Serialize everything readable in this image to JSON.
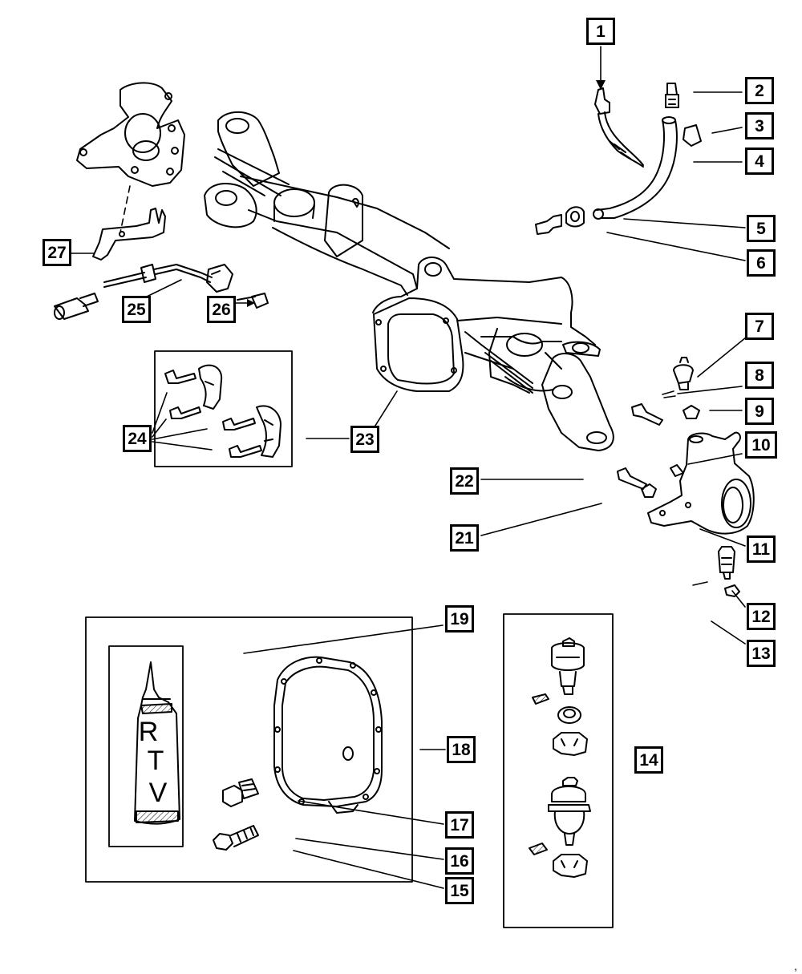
{
  "diagram": {
    "callouts": [
      {
        "id": "1",
        "label": "1"
      },
      {
        "id": "2",
        "label": "2"
      },
      {
        "id": "3",
        "label": "3"
      },
      {
        "id": "4",
        "label": "4"
      },
      {
        "id": "5",
        "label": "5"
      },
      {
        "id": "6",
        "label": "6"
      },
      {
        "id": "7",
        "label": "7"
      },
      {
        "id": "8",
        "label": "8"
      },
      {
        "id": "9",
        "label": "9"
      },
      {
        "id": "10",
        "label": "10"
      },
      {
        "id": "11",
        "label": "11"
      },
      {
        "id": "12",
        "label": "12"
      },
      {
        "id": "13",
        "label": "13"
      },
      {
        "id": "14",
        "label": "14"
      },
      {
        "id": "15",
        "label": "15"
      },
      {
        "id": "16",
        "label": "16"
      },
      {
        "id": "17",
        "label": "17"
      },
      {
        "id": "18",
        "label": "18"
      },
      {
        "id": "19",
        "label": "19"
      },
      {
        "id": "21",
        "label": "21"
      },
      {
        "id": "22",
        "label": "22"
      },
      {
        "id": "23",
        "label": "23"
      },
      {
        "id": "24",
        "label": "24"
      },
      {
        "id": "25",
        "label": "25"
      },
      {
        "id": "26",
        "label": "26"
      },
      {
        "id": "27",
        "label": "27"
      }
    ],
    "rtv_tube": {
      "letters": [
        "R",
        "T",
        "V"
      ]
    },
    "edge_mark": ","
  }
}
